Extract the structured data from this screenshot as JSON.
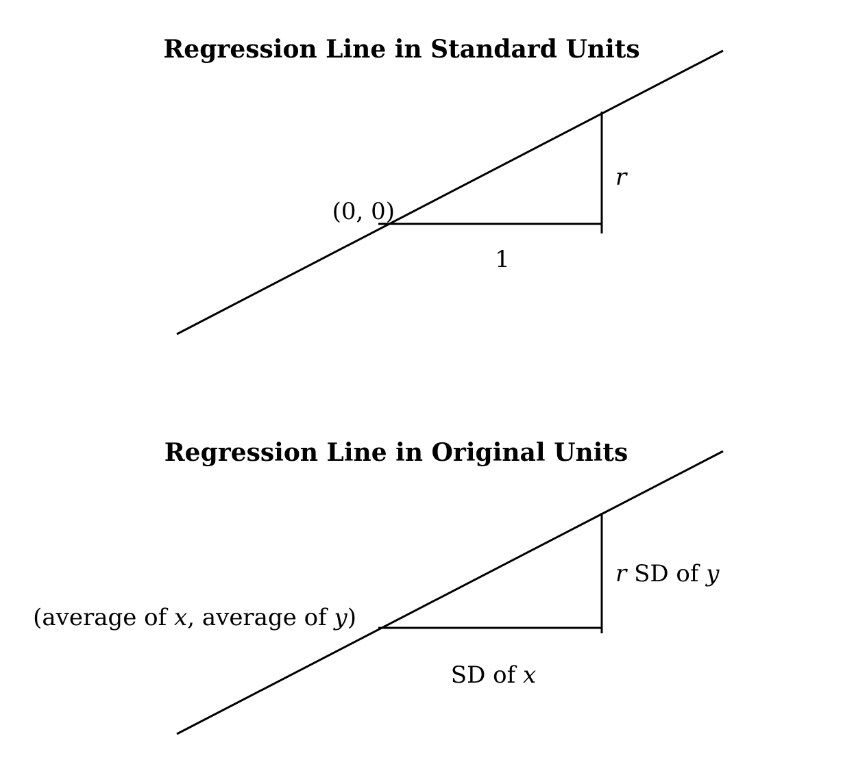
{
  "diagrams": [
    {
      "title": "Regression Line in Standard Units",
      "point_label": "(0, 0)",
      "run_label": "1",
      "rise_label": {
        "italic": "r",
        "rest": ""
      }
    },
    {
      "title": "Regression Line in Original Units",
      "point_label": {
        "p1": "(average of ",
        "x": "x",
        "p2": ", average of ",
        "y": "y",
        "p3": ")"
      },
      "run_label": {
        "plain": "SD of ",
        "italic": "x"
      },
      "rise_label": {
        "italic": "r",
        "rest": " SD of ",
        "italic2": "y"
      }
    }
  ]
}
